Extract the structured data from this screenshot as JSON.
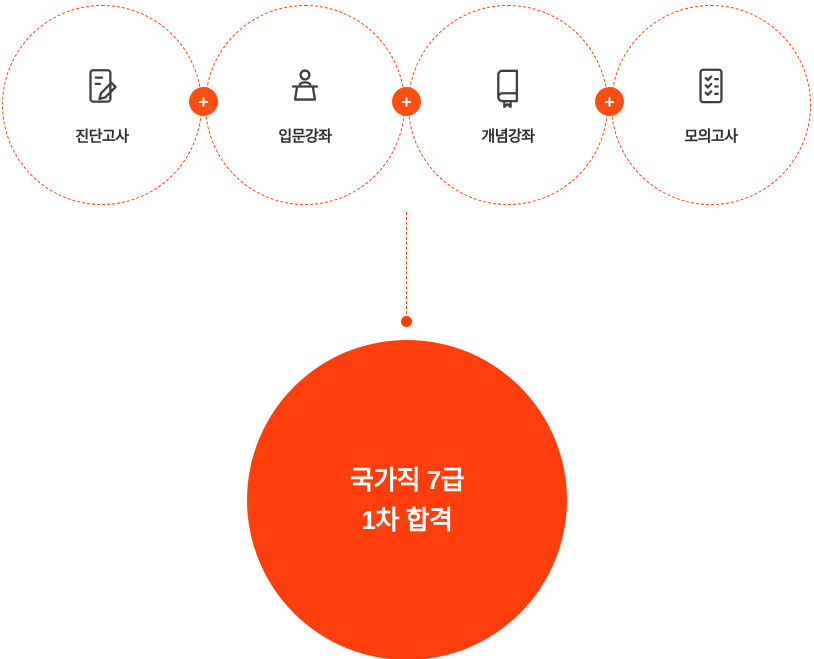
{
  "colors": {
    "accent": "#ff3e0d",
    "plus_badge": "#ff4e12",
    "icon_stroke": "#3f3f3f",
    "label_text": "#2e2e2e",
    "result_text": "#ffffff"
  },
  "steps": [
    {
      "label": "진단고사",
      "icon": "exam-paper-pencil-icon"
    },
    {
      "label": "입문강좌",
      "icon": "lecturer-podium-icon"
    },
    {
      "label": "개념강좌",
      "icon": "book-icon"
    },
    {
      "label": "모의고사",
      "icon": "checklist-document-icon"
    }
  ],
  "plus_label": "+",
  "result": {
    "line1": "국가직 7급",
    "line2": "1차 합격"
  }
}
